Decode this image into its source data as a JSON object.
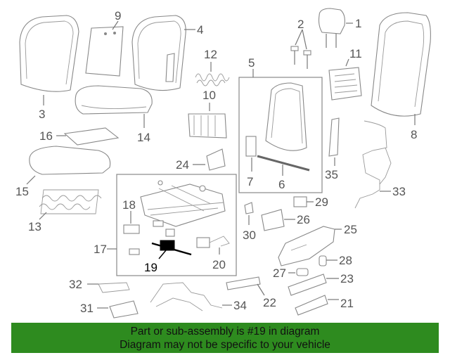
{
  "labels": {
    "p1": "1",
    "p2": "2",
    "p3": "3",
    "p4": "4",
    "p5": "5",
    "p6": "6",
    "p7": "7",
    "p8": "8",
    "p9": "9",
    "p10": "10",
    "p11": "11",
    "p12": "12",
    "p13": "13",
    "p14": "14",
    "p15": "15",
    "p16": "16",
    "p17": "17",
    "p18": "18",
    "p19": "19",
    "p20": "20",
    "p21": "21",
    "p22": "22",
    "p23": "23",
    "p24": "24",
    "p25": "25",
    "p26": "26",
    "p27": "27",
    "p28": "28",
    "p29": "29",
    "p30": "30",
    "p31": "31",
    "p32": "32",
    "p33": "33",
    "p34": "34",
    "p35": "35"
  },
  "highlight": {
    "part": "19",
    "color": "#2e8b1f"
  },
  "banner": {
    "line1": "Part or sub-assembly is #19 in diagram",
    "line2": "Diagram may not be specific to your vehicle",
    "color": "#2e8b1f"
  }
}
